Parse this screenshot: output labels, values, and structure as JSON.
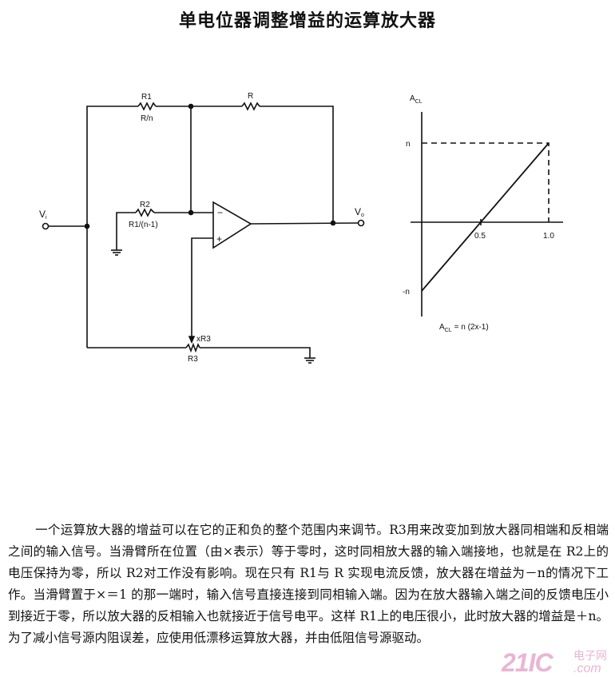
{
  "title": "单电位器调整增益的运算放大器",
  "circuit": {
    "input_label": "V",
    "input_sub": "i",
    "output_label": "V",
    "output_sub": "o",
    "r1_label": "R1",
    "r1_value": "R/n",
    "r_label": "R",
    "r2_label": "R2",
    "r2_value": "R1/(n-1)",
    "r3_label": "R3",
    "wiper_label": "xR3",
    "minus": "−",
    "plus": "+"
  },
  "chart_data": {
    "type": "line",
    "ylabel": "A",
    "ylabel_sub": "CL",
    "x": [
      0,
      1.0
    ],
    "y_symbolic": [
      "-n",
      "n"
    ],
    "xticks": [
      "0.5",
      "1.0"
    ],
    "yticks": [
      "n",
      "-n"
    ],
    "formula": "A",
    "formula_sub": "CL",
    "formula_rest": "= n (2x-1)"
  },
  "paragraph": "一个运算放大器的增益可以在它的正和负的整个范围内来调节。R3用来改变加到放大器同相端和反相端之间的输入信号。当滑臂所在位置（由×表示）等于零时，这时同相放大器的输入端接地，也就是在 R2上的电压保持为零，所以 R2对工作没有影响。现在只有 R1与 R 实现电流反馈，放大器在增益为－n的情况下工作。当滑臂置于×＝1 的那一端时，输入信号直接连接到同相输入端。因为在放大器输入端之间的反馈电压小到接近于零，所以放大器的反相输入也就接近于信号电平。这样 R1上的电压很小，此时放大器的增益是＋n。为了减小信号源内阻误差，应使用低漂移运算放大器，并由低阻信号源驱动。",
  "watermark": {
    "big": "21IC",
    "cn": "电子网",
    "com": ".com"
  }
}
